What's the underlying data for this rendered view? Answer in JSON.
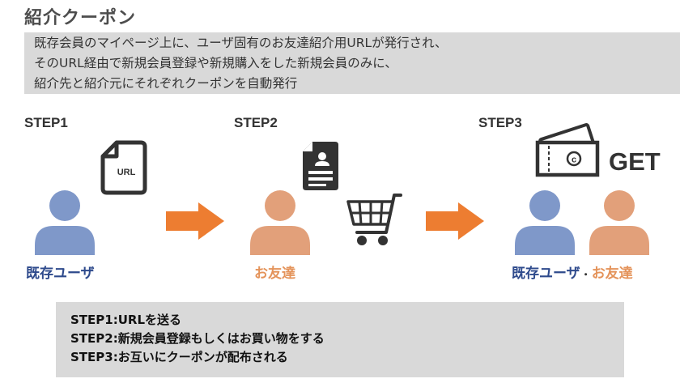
{
  "title": "紹介クーポン",
  "description": [
    "既存会員のマイページ上に、ユーザ固有のお友達紹介用URLが発行され、",
    "そのURL経由で新規会員登録や新規購入をした新規会員のみに、",
    "紹介先と紹介元にそれぞれクーポンを自動発行"
  ],
  "steps": [
    {
      "label": "STEP1",
      "caption": "既存ユーザ",
      "icon_text": "URL"
    },
    {
      "label": "STEP2",
      "caption": "お友達"
    },
    {
      "label": "STEP3",
      "caption_a": "既存ユーザ",
      "caption_sep": "・",
      "caption_b": "お友達",
      "get_text": "GET"
    }
  ],
  "colors": {
    "existing_user": "#7f98c9",
    "friend": "#e2a07a",
    "arrow": "#ed7d31",
    "icon": "#333333"
  },
  "summary": [
    "STEP1:URLを送る",
    "STEP2:新規会員登録もしくはお買い物をする",
    "STEP3:お互いにクーポンが配布される"
  ]
}
